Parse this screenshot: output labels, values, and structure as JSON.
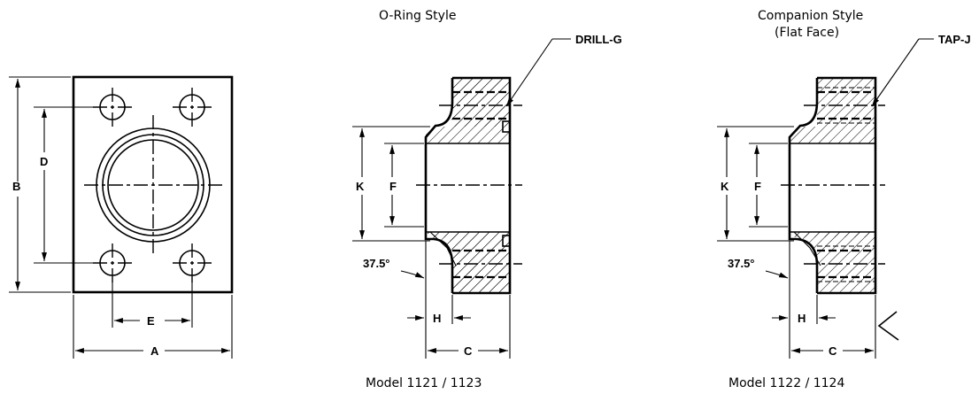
{
  "titles": {
    "oring_style": "O-Ring Style",
    "companion_style_line1": "Companion Style",
    "companion_style_line2": "(Flat Face)",
    "model_left": "Model 1121 / 1123",
    "model_right": "Model 1122 / 1124"
  },
  "callouts": {
    "drill": "DRILL-G",
    "tap": "TAP-J",
    "angle": "37.5°"
  },
  "dims": {
    "A": "A",
    "B": "B",
    "C": "C",
    "D": "D",
    "E": "E",
    "F": "F",
    "H": "H",
    "K": "K"
  }
}
